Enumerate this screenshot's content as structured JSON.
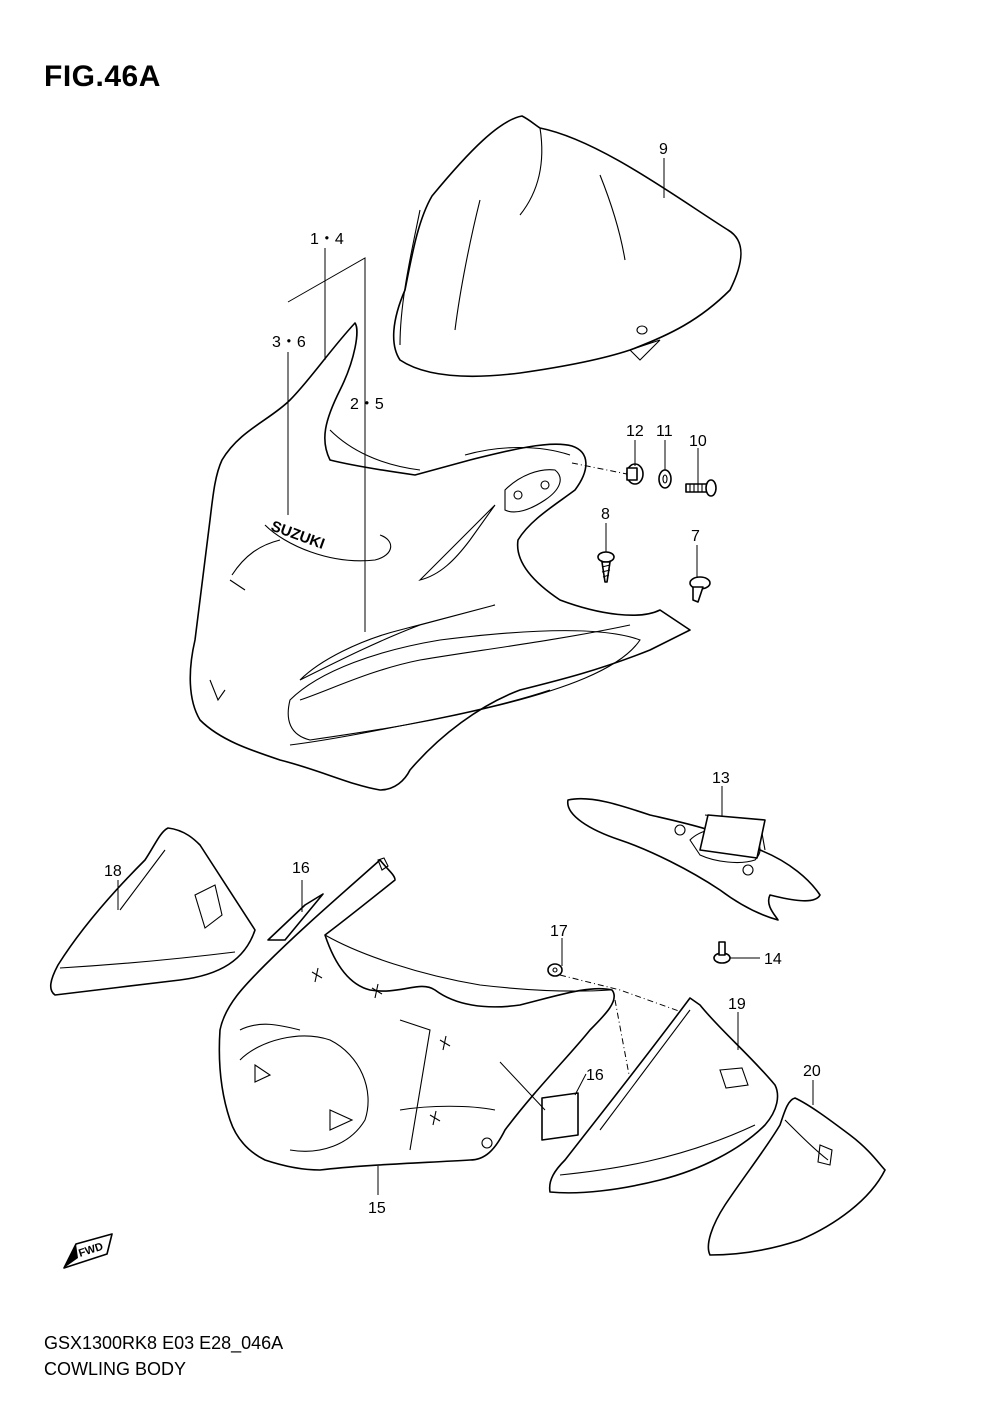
{
  "figure": {
    "title": "FIG.46A",
    "footer_line1": "GSX1300RK8 E03 E28_046A",
    "footer_line2": "COWLING BODY"
  },
  "callouts": {
    "c1_4": "1・4",
    "c3_6": "3・6",
    "c2_5": "2・5",
    "c9": "9",
    "c12": "12",
    "c11": "11",
    "c10": "10",
    "c8": "8",
    "c7": "7",
    "c13": "13",
    "c14": "14",
    "c18": "18",
    "c16a": "16",
    "c16b": "16",
    "c17": "17",
    "c19": "19",
    "c20": "20",
    "c15": "15"
  },
  "logo_text": "SUZUKI",
  "fwd_badge": "FWD"
}
